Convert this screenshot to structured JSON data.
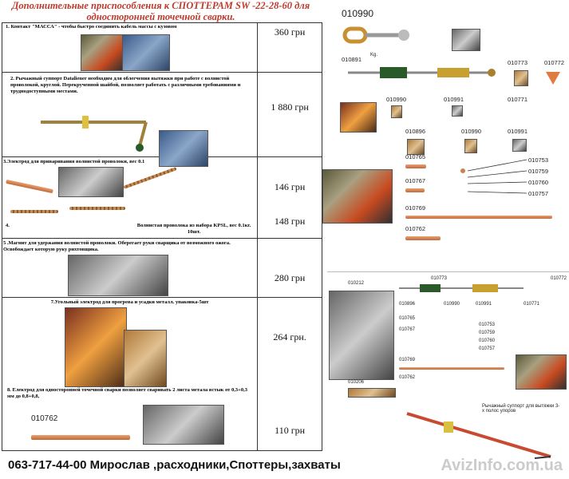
{
  "header": {
    "title": "Дополнительные приспособления к СПОТТЕРАМ SW -22-28-60 для односторонней точечной сварки."
  },
  "rows": [
    {
      "text": "1. Контакт \"МАССА\" - чтобы быстро соединить кабель массы с кузовом",
      "price": "360 грн"
    },
    {
      "text": "2. Рычажный суппорт Dataliener необходим для облегчения вытяжки при работе с волнистой проволокой, круглой. Перекрученной шайбой, позволяет работать с различными требованиями и труднодоступными местами.",
      "price": "1 880 грн"
    },
    {
      "text": "3.Электрод для приваривания волнистой проволоки, вес 0.1",
      "price": "146 грн"
    },
    {
      "text": "4.",
      "text2": "Волнистая проволока из набора KPSL, вес 0.1кг. 10шт.",
      "price": "148 грн"
    },
    {
      "text": "5 .Магнит для удержания волнистой проволоки. Оберегает руки сварщика от возможного ожога. Освобождает которую руку рихтовщика.",
      "price": "280 грн"
    },
    {
      "text": "7.Угольный электрод для прогрева и усадки металл. упаковка-5шт",
      "price": "264 грн."
    },
    {
      "text": "8. Електрод для односторонней точечной сварки позволяет сваривать 2 листа метала встык от 0,3+0,3 мм до 0,8+0,8,",
      "price": "110 грн"
    }
  ],
  "photo_labels": {
    "electrode_code": "010762"
  },
  "catalog_top": {
    "codes": [
      "010990",
      "010891",
      "010773",
      "010772",
      "010990",
      "010991",
      "010771",
      "010896",
      "010990",
      "010991",
      "010765",
      "010753",
      "010759",
      "010767",
      "010760",
      "010757",
      "010769",
      "010762"
    ],
    "kg": "Kg."
  },
  "catalog_bottom": {
    "codes": [
      "010212",
      "010773",
      "010772",
      "010896",
      "010990",
      "010991",
      "010771",
      "010765",
      "010753",
      "010767",
      "010759",
      "010760",
      "010757",
      "010769",
      "010762",
      "010206"
    ],
    "support_label": "Рычажный суппорт для вытяжки 3-х полос упоров"
  },
  "footer": {
    "text": "063-717-44-00  Мирослав ,расходники,Споттеры,захваты"
  },
  "watermark": "AvizInfo.com.ua"
}
